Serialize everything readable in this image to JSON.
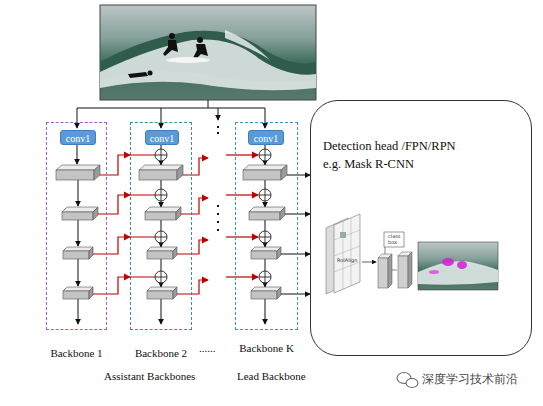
{
  "diagram": {
    "nodes": [
      {
        "text": [
          "Backbone 1"
        ]
      },
      {
        "text": [
          "conv1"
        ],
        "in": 0
      },
      {
        "text": [
          "Backbone 2"
        ]
      },
      {
        "text": [
          "conv1"
        ],
        "in": 2
      },
      {
        "text": [
          "Backbone K"
        ]
      },
      {
        "text": [
          "conv1"
        ],
        "in": 4
      },
      {
        "text": [
          "Detection head /FPN/RPN",
          "e.g. Mask R-CNN"
        ]
      }
    ],
    "edges": [
      {
        "from": 0,
        "to": 2,
        "arrow": "to"
      },
      {
        "from": 0,
        "to": 2,
        "arrow": "to"
      },
      {
        "from": 0,
        "to": 2,
        "arrow": "to"
      },
      {
        "from": 0,
        "to": 2,
        "arrow": "to"
      },
      {
        "from": 4,
        "to": 6,
        "arrow": "to"
      },
      {
        "from": 4,
        "to": 6,
        "arrow": "to"
      },
      {
        "from": 4,
        "to": 6,
        "arrow": "to"
      },
      {
        "from": 4,
        "to": 6,
        "arrow": "to"
      }
    ],
    "labels": [
      "......",
      "Assistant Backbones",
      "Lead Backbone",
      "RoIAlign",
      "class",
      "box",
      "深度学习技术前沿"
    ]
  }
}
